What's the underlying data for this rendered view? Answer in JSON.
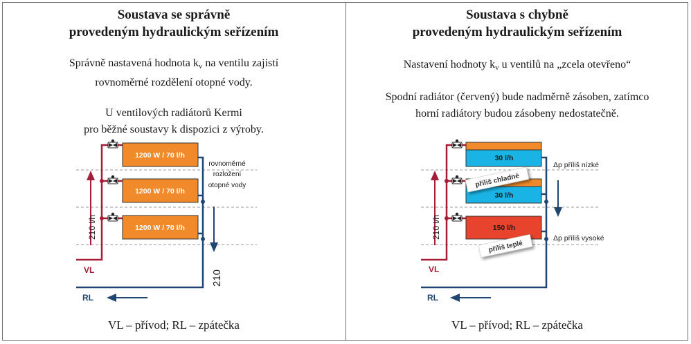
{
  "left": {
    "title_line1": "Soustava se správně",
    "title_line2": "provedeným hydraulickým seřízením",
    "intro_a": "Správně nastavená hodnota k",
    "intro_sub": "v",
    "intro_b": " na ventilu zajistí",
    "intro_line2": "rovnoměrné rozdělení otopné vody.",
    "info_line1": "U ventilových radiátorů Kermi",
    "info_line2": "pro běžné soustavy k dispozici z výroby.",
    "radiators": [
      "1200 W / 70 l/h",
      "1200 W / 70 l/h",
      "1200 W / 70 l/h"
    ],
    "annotation": [
      "rovnoměrné",
      "rozložení",
      "otopné vody"
    ],
    "flow_up_label": "210 l/h",
    "flow_down_label": "210",
    "vl_label": "VL",
    "rl_label": "RL",
    "footer": "VL – přívod; RL – zpátečka"
  },
  "right": {
    "title_line1": "Soustava s chybně",
    "title_line2": "provedeným hydraulickým seřízením",
    "intro_a": "Nastavení hodnoty k",
    "intro_sub": "v",
    "intro_b": " u ventilů na „zcela otevřeno“",
    "info_line1": "Spodní radiátor (červený) bude nadměrně zásoben, zatímco",
    "info_line2": "horní radiátory budou zásobeny nedostatečně.",
    "radiators": [
      "30 l/h",
      "30 l/h",
      "150 l/h"
    ],
    "tag_cold": "příliš chladné",
    "tag_warm": "příliš teplé",
    "dp_low": "Δp příliš nízké",
    "dp_high": "Δp příliš vysoké",
    "flow_up_label": "210 l/h",
    "vl_label": "VL",
    "rl_label": "RL",
    "footer": "VL – přívod; RL – zpátečka"
  },
  "colors": {
    "supply": "#a51d36",
    "return": "#1f4571",
    "radiator_ok": "#f08a2a",
    "radiator_cold": "#1ab3e6",
    "radiator_hot": "#e8432c",
    "dashed": "#9a9a9a"
  }
}
